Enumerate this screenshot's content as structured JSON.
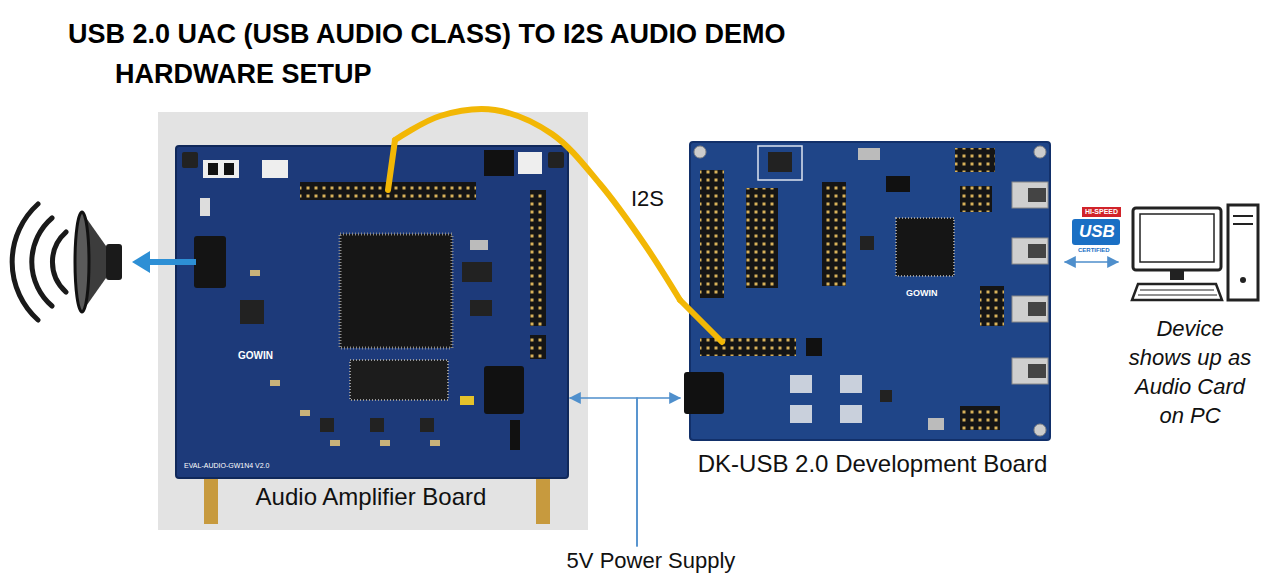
{
  "diagram": {
    "title": "USB 2.0 UAC (USB AUDIO CLASS) TO I2S AUDIO DEMO HARDWARE SETUP",
    "nodes": [
      {
        "text": [
          "Audio Amplifier Board"
        ]
      },
      {
        "text": [
          "DK-USB 2.0 Development Board"
        ]
      },
      {
        "text": [
          "Device shows up as Audio Card on PC"
        ]
      },
      {
        "text": [
          "5V Power Supply"
        ]
      }
    ],
    "edges": [
      {
        "from": 0,
        "to": 1,
        "label": "I2S",
        "arrow": "none"
      },
      {
        "from": 3,
        "to": 0,
        "arrow": "to"
      },
      {
        "from": 3,
        "to": 1,
        "arrow": "to"
      },
      {
        "from": 1,
        "to": 2,
        "arrow": "both"
      }
    ],
    "labels": [
      "GOWIN",
      "EVAL-AUDIO-GW1N4 V2.0",
      "GOWIN",
      "HI-SPEED",
      "CERTIFIED",
      "USB"
    ]
  }
}
